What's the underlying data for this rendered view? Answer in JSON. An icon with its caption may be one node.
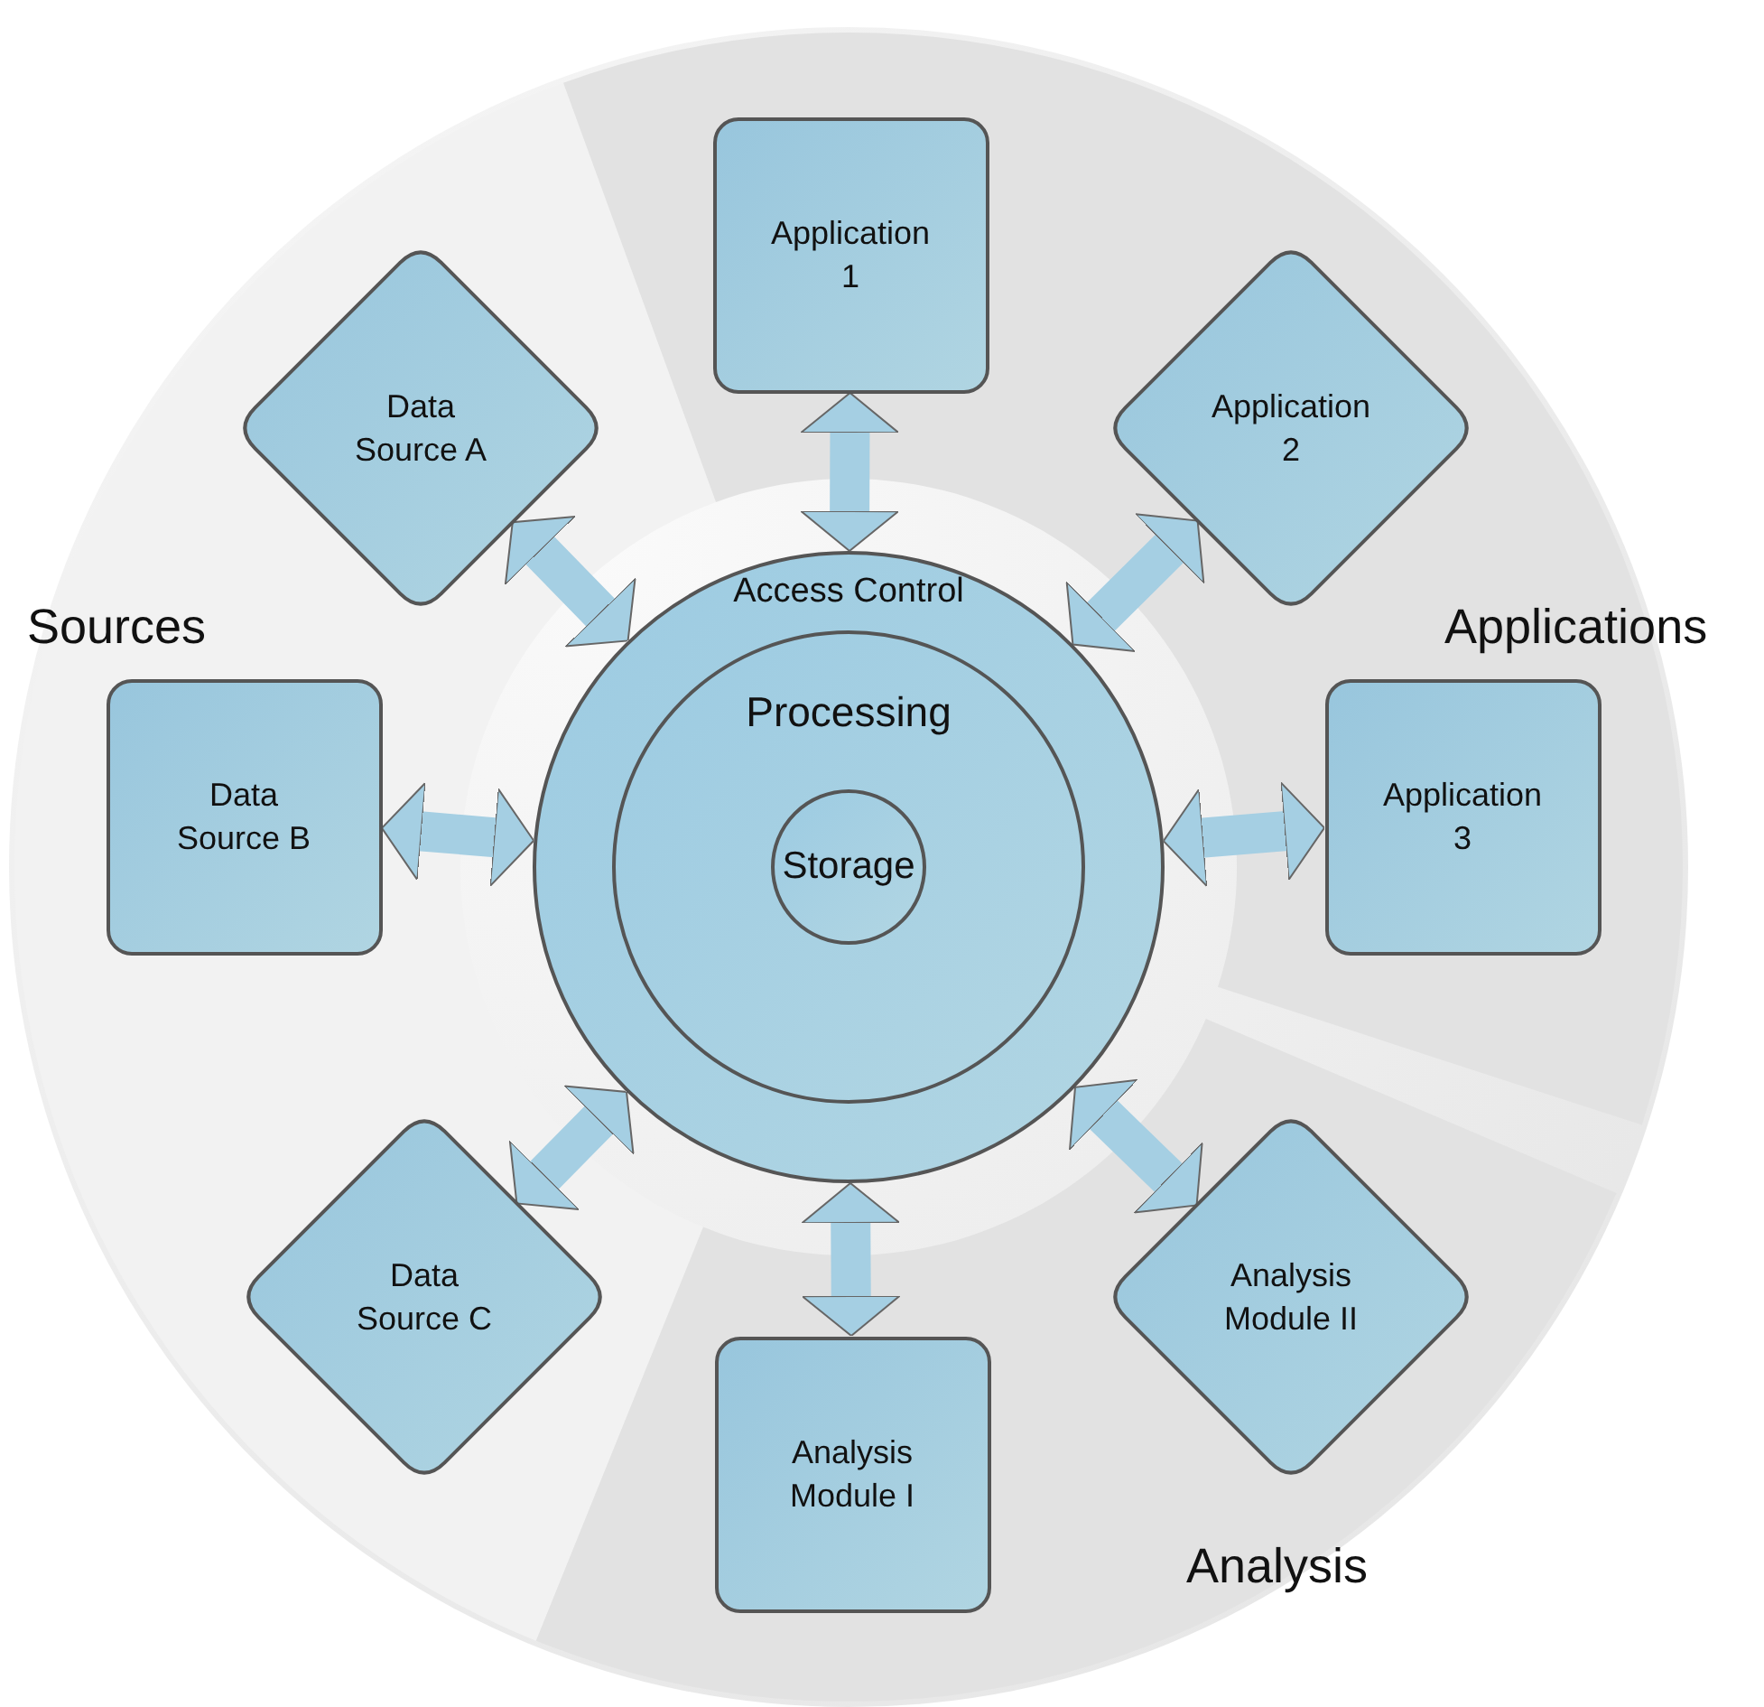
{
  "diagram": {
    "nodes": [
      {
        "text": [
          "Access Control"
        ]
      },
      {
        "text": [
          "Processing"
        ],
        "in": 0
      },
      {
        "text": [
          "Storage"
        ],
        "in": 1
      },
      {
        "text": [
          "Application 1"
        ]
      },
      {
        "text": [
          "Data Source A"
        ]
      },
      {
        "text": [
          "Application 2"
        ]
      },
      {
        "text": [
          "Data Source B"
        ]
      },
      {
        "text": [
          "Application 3"
        ]
      },
      {
        "text": [
          "Data Source C"
        ]
      },
      {
        "text": [
          "Analysis Module II"
        ]
      },
      {
        "text": [
          "Analysis Module I"
        ]
      }
    ],
    "edges": [
      {
        "from": 3,
        "to": 0,
        "arrow": "both"
      },
      {
        "from": 4,
        "to": 0,
        "arrow": "both"
      },
      {
        "from": 5,
        "to": 0,
        "arrow": "both"
      },
      {
        "from": 6,
        "to": 0,
        "arrow": "both"
      },
      {
        "from": 7,
        "to": 0,
        "arrow": "both"
      },
      {
        "from": 8,
        "to": 0,
        "arrow": "both"
      },
      {
        "from": 9,
        "to": 0,
        "arrow": "both"
      },
      {
        "from": 10,
        "to": 0,
        "arrow": "both"
      }
    ],
    "labels": [
      "Sources",
      "Applications",
      "Analysis"
    ]
  }
}
